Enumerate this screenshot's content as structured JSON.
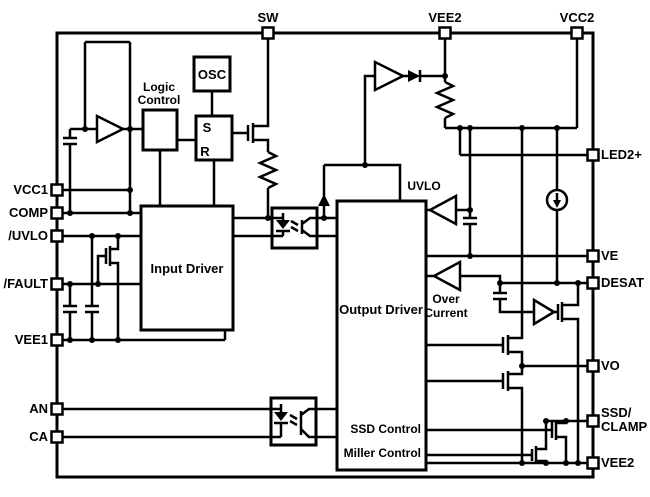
{
  "colors": {
    "line": "#000000",
    "background": "#ffffff"
  },
  "pins": {
    "top": [
      {
        "label": "SW"
      },
      {
        "label": "VEE2"
      },
      {
        "label": "VCC2"
      }
    ],
    "left": [
      {
        "label": "VCC1"
      },
      {
        "label": "COMP"
      },
      {
        "label": "/UVLO"
      },
      {
        "label": "/FAULT"
      },
      {
        "label": "VEE1"
      },
      {
        "label": "AN"
      },
      {
        "label": "CA"
      }
    ],
    "right": [
      {
        "label": "LED2+"
      },
      {
        "label": "VE"
      },
      {
        "label": "DESAT"
      },
      {
        "label": "VO"
      },
      {
        "label_line1": "SSD/",
        "label_line2": "CLAMP"
      },
      {
        "label": "VEE2"
      }
    ]
  },
  "blocks": {
    "osc": {
      "label": "OSC"
    },
    "logic_control": {
      "label_line1": "Logic",
      "label_line2": "Control"
    },
    "sr_latch": {
      "set_label": "S",
      "reset_label": "R"
    },
    "input_driver": {
      "label": "Input Driver"
    },
    "output_driver": {
      "label": "Output Driver"
    },
    "uvlo": {
      "label": "UVLO"
    },
    "over_current": {
      "label_line1": "Over",
      "label_line2": "Current"
    },
    "ssd_control": {
      "label": "SSD Control"
    },
    "miller_control": {
      "label": "Miller Control"
    }
  }
}
